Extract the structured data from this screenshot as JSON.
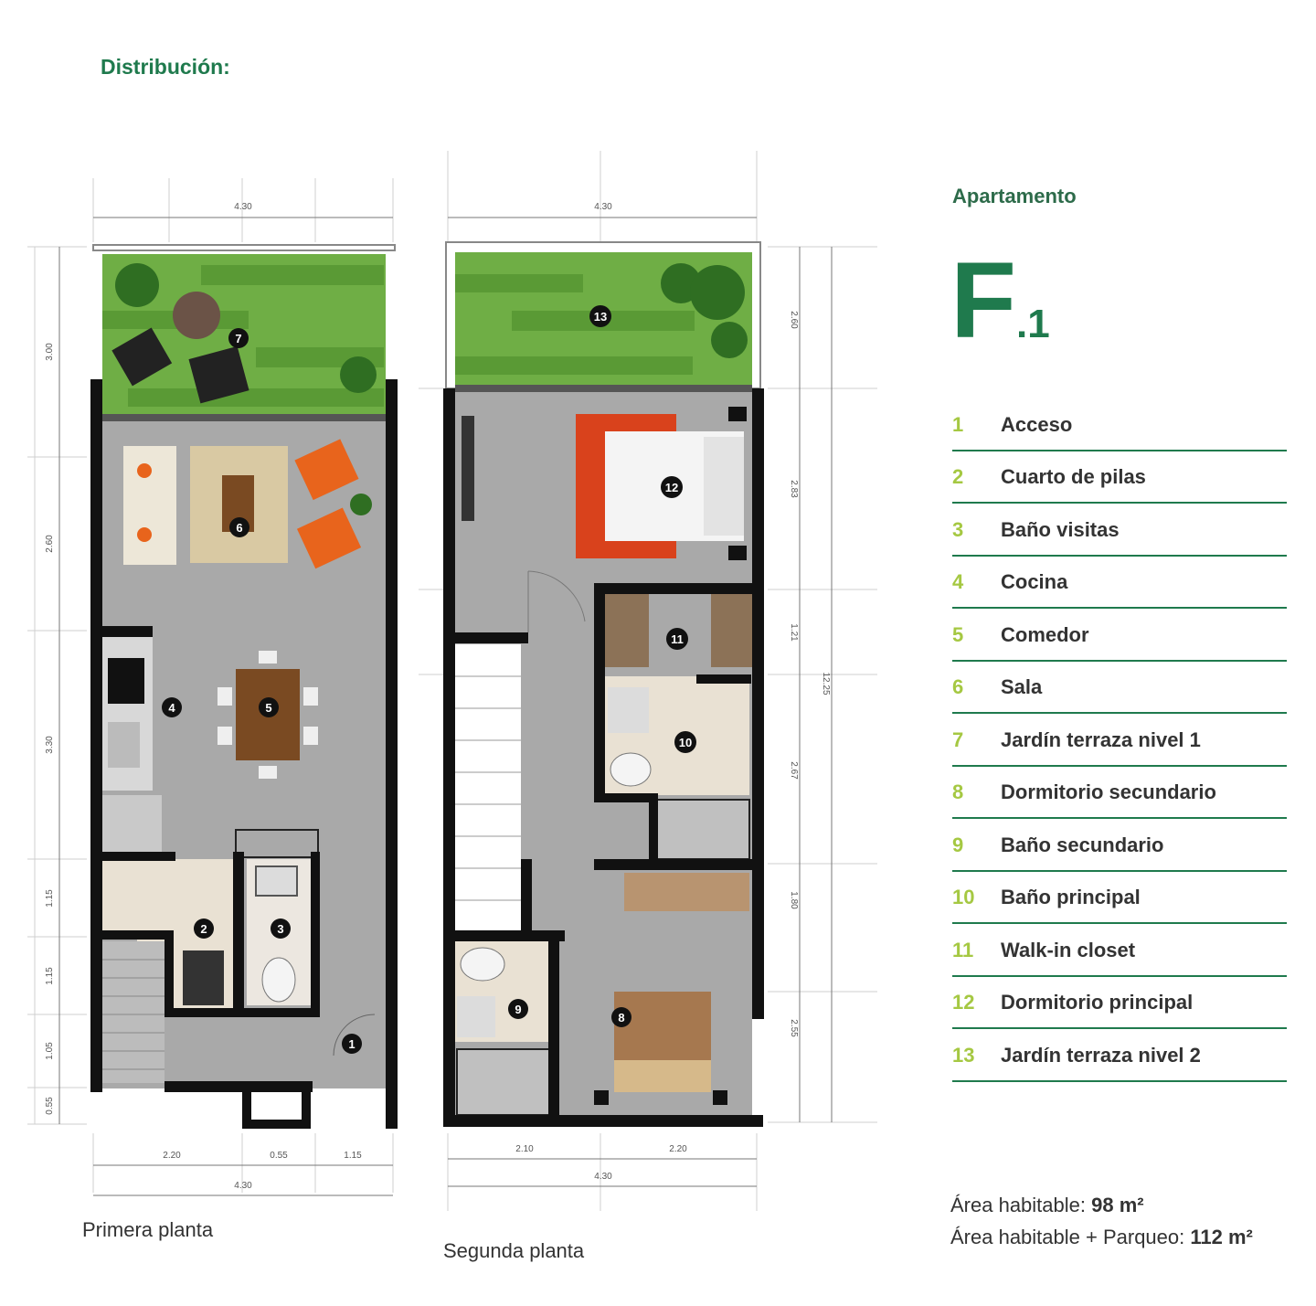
{
  "heading": "Distribución:",
  "plans": {
    "first": {
      "caption": "Primera planta",
      "dims": {
        "top": "4.30",
        "bottom_segments": [
          "2.20",
          "0.55",
          "1.15"
        ],
        "bottom_total": "4.30",
        "left": [
          "3.00",
          "2.60",
          "3.30",
          "1.15",
          "1.15",
          "1.05",
          "0.55"
        ]
      },
      "markers": [
        "7",
        "6",
        "4",
        "5",
        "2",
        "3",
        "1"
      ]
    },
    "second": {
      "caption": "Segunda planta",
      "dims": {
        "top": "4.30",
        "bottom_segments": [
          "2.10",
          "2.20"
        ],
        "bottom_total": "4.30",
        "right": [
          "2.60",
          "2.83",
          "1.21",
          "2.67",
          "1.80",
          "2.55"
        ],
        "right_total": "12.25"
      },
      "markers": [
        "13",
        "12",
        "11",
        "10",
        "9",
        "8"
      ]
    }
  },
  "apartment": {
    "label": "Apartamento",
    "code": "F",
    "sub": ".1"
  },
  "legend": [
    {
      "num": "1",
      "label": "Acceso"
    },
    {
      "num": "2",
      "label": "Cuarto de pilas"
    },
    {
      "num": "3",
      "label": "Baño visitas"
    },
    {
      "num": "4",
      "label": "Cocina"
    },
    {
      "num": "5",
      "label": "Comedor"
    },
    {
      "num": "6",
      "label": "Sala"
    },
    {
      "num": "7",
      "label": "Jardín terraza nivel 1"
    },
    {
      "num": "8",
      "label": "Dormitorio secundario"
    },
    {
      "num": "9",
      "label": "Baño secundario"
    },
    {
      "num": "10",
      "label": "Baño principal"
    },
    {
      "num": "11",
      "label": "Walk-in closet"
    },
    {
      "num": "12",
      "label": "Dormitorio principal"
    },
    {
      "num": "13",
      "label": "Jardín terraza nivel 2"
    }
  ],
  "areas": {
    "habitable_label": "Área habitable:",
    "habitable_value": "98 m²",
    "parking_label": "Área habitable + Parqueo:",
    "parking_value": "112 m²"
  },
  "colors": {
    "brand_green": "#1f7a4d",
    "number_green": "#a5c842",
    "floor_gray": "#a9a9a9",
    "grass": "#6fae45",
    "wall": "#111111",
    "accent_orange": "#e8641c"
  }
}
